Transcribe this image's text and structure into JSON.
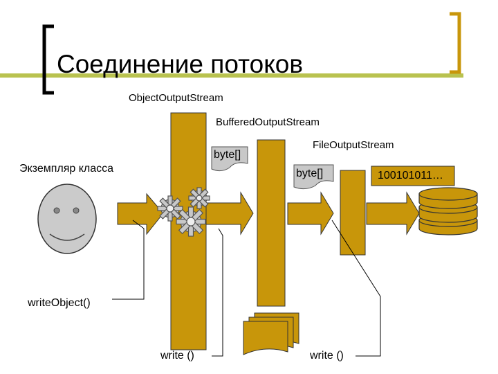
{
  "title": "Соединение потоков",
  "labels": {
    "object_output_stream": "ObjectOutputStream",
    "buffered_output_stream": "BufferedOutputStream",
    "file_output_stream": "FileOutputStream",
    "class_instance": "Экземпляр класса",
    "byte_array_1": "byte[]",
    "byte_array_2": "byte[]",
    "binary_output": "100101011…",
    "write_object": "writeObject()",
    "write_1": "write ()",
    "write_2": "write ()"
  },
  "colors": {
    "stream_fill": "#c8960a",
    "note_fill": "#c8c8c8",
    "accent_bar": "#b9c24f",
    "face_fill": "#cbcbcb"
  }
}
